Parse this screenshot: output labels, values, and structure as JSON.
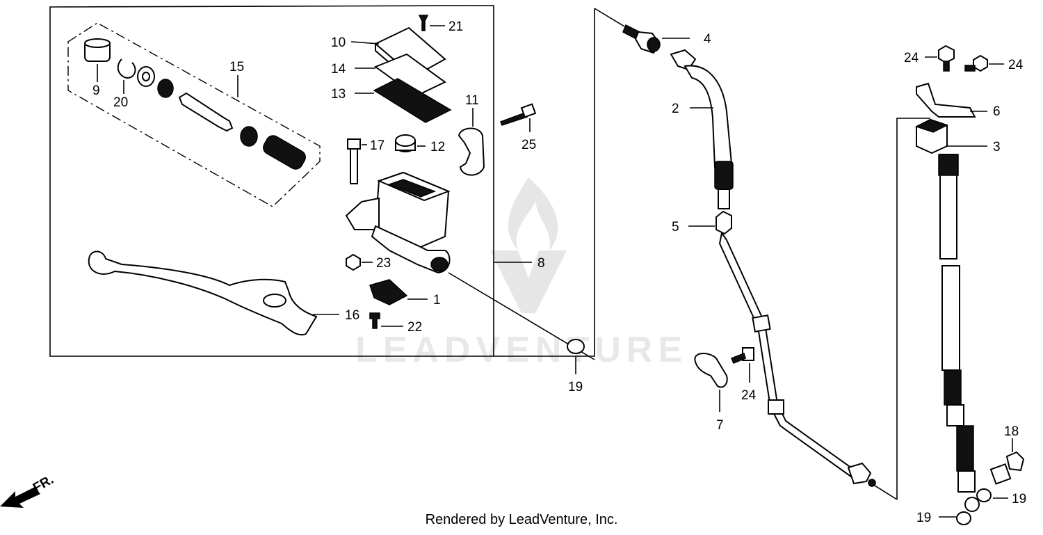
{
  "watermark": "LEADVENTURE",
  "footer": "Rendered by LeadVenture, Inc.",
  "direction_label": "FR.",
  "callouts": {
    "c1": "1",
    "c2": "2",
    "c3": "3",
    "c4": "4",
    "c5": "5",
    "c6": "6",
    "c7": "7",
    "c8": "8",
    "c9": "9",
    "c10": "10",
    "c11": "11",
    "c12": "12",
    "c13": "13",
    "c14": "14",
    "c15": "15",
    "c16": "16",
    "c17": "17",
    "c18": "18",
    "c19a": "19",
    "c19b": "19",
    "c19c": "19",
    "c20": "20",
    "c21": "21",
    "c22": "22",
    "c23": "23",
    "c24a": "24",
    "c24b": "24",
    "c24c": "24",
    "c25": "25"
  }
}
